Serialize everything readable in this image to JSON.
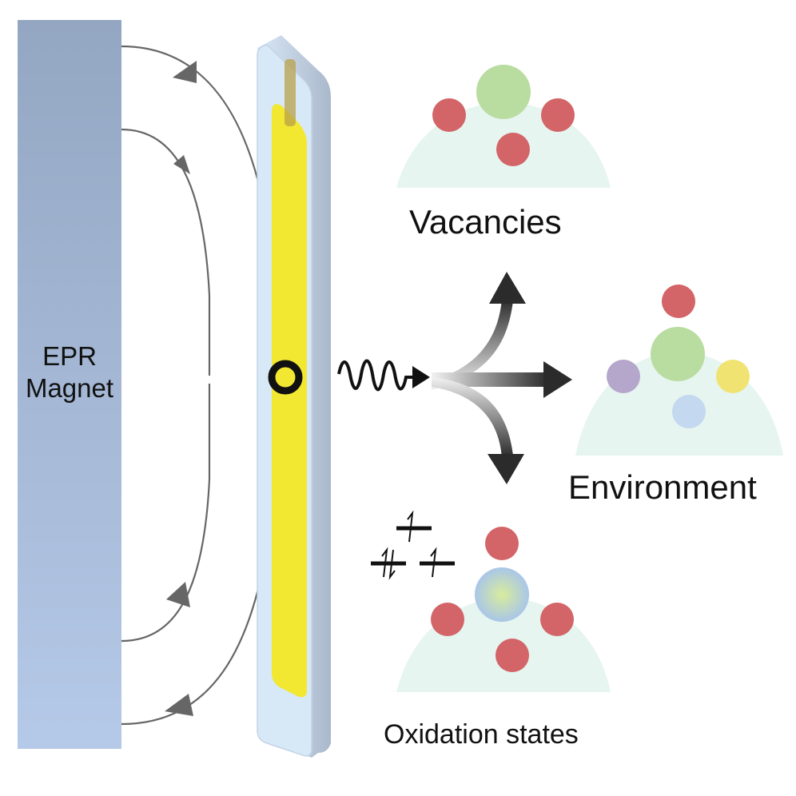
{
  "magnet": {
    "line1": "EPR",
    "line2": "Magnet"
  },
  "outcomes": {
    "vacancies": "Vacancies",
    "environment": "Environment",
    "oxidation": "Oxidation states"
  },
  "colors": {
    "magnet_top": "#93a6c2",
    "magnet_bottom": "#b5c9e8",
    "sample_holder": "#d4e6f5",
    "sample_fill": "#f2e832",
    "field_line": "#666666",
    "mound": "#e6f5ef",
    "red_atom": "#d36468",
    "green_atom": "#b9dca0",
    "purple_atom": "#b5a6cb",
    "yellow_atom": "#f0e372",
    "blue_atom": "#c4d8ef",
    "arrow": "#2b2b2b"
  }
}
